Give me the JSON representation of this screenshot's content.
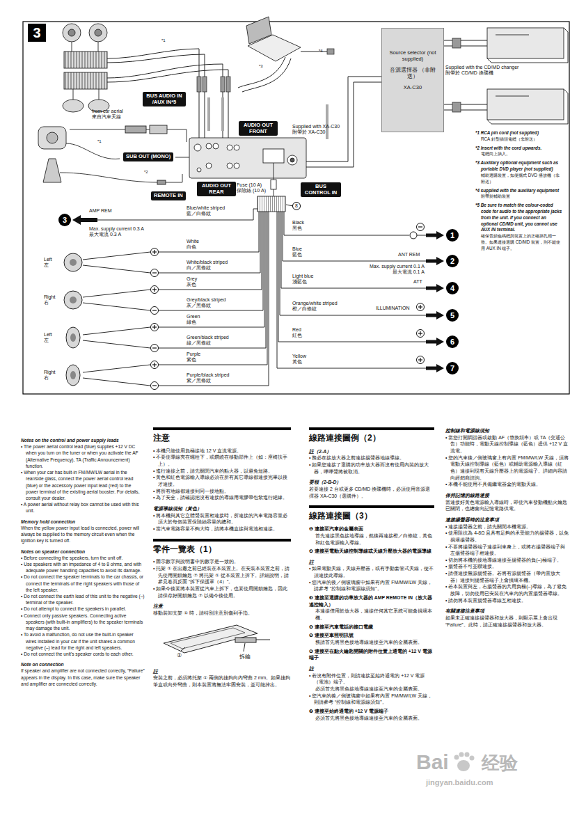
{
  "diagram": {
    "nodes": [
      {
        "text": [
          "3"
        ]
      },
      {
        "text": [
          "Source selector (not supplied)",
          "音源選擇器 （非附送）",
          "XA-C30"
        ]
      },
      {
        "text": [
          "BUS AUDIO IN /AUX IN*5"
        ]
      },
      {
        "text": [
          "AUDIO OUT FRONT"
        ]
      },
      {
        "text": [
          "SUB OUT (MONO)"
        ]
      },
      {
        "text": [
          "AUDIO OUT REAR"
        ]
      },
      {
        "text": [
          "REMOTE IN"
        ]
      },
      {
        "text": [
          "BUS CONTROL IN"
        ]
      },
      {
        "text": [
          "8"
        ]
      },
      {
        "text": [
          "3"
        ]
      },
      {
        "text": [
          "1"
        ]
      },
      {
        "text": [
          "2"
        ]
      },
      {
        "text": [
          "4"
        ]
      },
      {
        "text": [
          "5"
        ]
      },
      {
        "text": [
          "6"
        ]
      },
      {
        "text": [
          "7"
        ]
      }
    ],
    "labels": [
      "*1",
      "*4",
      "*3",
      "from car aerial 來自汽車天線",
      "*1",
      "*2",
      "Supplied with XA-C30 附帶於 XA-C30",
      "Fuse (10 A) 保險絲 (10 A)",
      "AMP REM",
      "Max. supply current 0.3 A 最大電流 0.3 A",
      "Blue/white striped 藍／白條紋",
      "Supplied with the CD/MD changer 附帶於 CD/MD 換碟機",
      "*1 RCA pin cord (not supplied)",
      "RCA 針型插頭電纜（非附送）",
      "*2 Insert with the cord upwards.",
      "電纜向上插入。",
      "*3 Auxiliary optional equipment such as portable DVD player (not supplied)",
      "輔助選購裝置，如便攜式 DVD 播放機（非附送）",
      "*4 supplied with the auxiliary equipment",
      "附帶於輔助裝置",
      "*5 Be sure to match the colour-coded code for audio to the appropriate jacks from the unit. If you connect an optional CD/MD unit, you cannot use AUX IN terminal.",
      "確保音頻色碼纜與裝置上的正確插孔相一致。如果連接選購 CD/MD 裝置，則不能使用 AUX IN 端子。",
      "Black 黑色",
      "Blue 藍色",
      "ANT REM",
      "Max. supply current 0.1 A 最大電流 0.1 A",
      "Light blue 淺藍色",
      "ATT",
      "Orange/white striped 橙／白條紋",
      "ILLUMINATION",
      "Red 紅色",
      "Yellow 黃色",
      "White 白色",
      "White/black striped 白／黑條紋",
      "Grey 灰色",
      "Grey/black striped 灰／黑條紋",
      "Green 綠色",
      "Green/black striped 綠／黑條紋",
      "Purple 紫色",
      "Purple/black striped 紫／黑條紋",
      "Left 左",
      "Right 右",
      "Left 左",
      "Right 右",
      "Notes on the control and power supply leads",
      "• The power aerial control lead (blue) supplies +12 V DC when you turn on the tuner or when you activate the AF (Alternative Frequency), TA (Traffic Announcement) function.",
      "• When your car has built-in FM/MW/LW aerial in the rear/side glass, connect the power aerial control lead (blue) or the accessory power input lead (red) to the power terminal of the existing aerial booster. For details, consult your dealer.",
      "• A power aerial without relay box cannot be used with this unit.",
      "Memory hold connection",
      "When the yellow power input lead is connected, power will always be supplied to the memory circuit even when the ignition key is turned off.",
      "Notes on speaker connection",
      "• Before connecting the speakers, turn the unit off.",
      "• Use speakers with an impedance of 4 to 8 ohms, and with adequate power handling capacities to avoid its damage.",
      "• Do not connect the speaker terminals to the car chassis, or connect the terminals of the right speakers with those of the left speaker.",
      "• Do not connect the earth lead of this unit to the negative (–) terminal of the speaker.",
      "• Do not attempt to connect the speakers in parallel.",
      "• Connect only passive speakers. Connecting active speakers (with built-in amplifiers) to the speaker terminals may damage the unit.",
      "• To avoid a malfunction, do not use the built-in speaker wires installed in your car if the unit shares a common negative (–) lead for the right and left speakers.",
      "• Do not connect the unit's speaker cords to each other.",
      "Note on connection",
      "If speaker and amplifier are not connected correctly, “Failure” appears in the display. In this case, make sure the speaker and amplifier are connected correctly.",
      "注意",
      "• 本機只能使用負極接地 12 V 直流電源。",
      "• 不要使導線夾在螺栓下，或鑽繞在移動部件上（如：座椅扶手上）。",
      "• 進行連接之前，請先關閉汽車的點火器，以避免短路。",
      "• 黃色和紅色電源輸入導線必須在所有其它導線都連接完畢以後才連接。",
      "• 將所有地線都連接到同一接地點。",
      "• 為了安全，請確認把沒有連接的導線用電膠帶包紮進行絕緣。",
      "電源導線須知（黃色）",
      "• 將本機與其它立體聲裝置相連接時，所連接的汽車電路容量必須大於每個裝置保險絲容量的總和。",
      "• 當汽車電路容量不夠大時，請將本機直接與電池相連接。",
      "零件一覽表（1）",
      "• 圖示數字與說明書中的數字是一致的。",
      "• 托架 ① 在出廠之前已經裝在本裝置上。在安裝本裝置之前，請先使用開鎖鑰匙 ⑦ 將托架 ① 從本裝置上拆下。詳細說明，請參見卷頁反面 “拆下保護罩（4）”。",
      "• 如果今後要將本裝置從汽車上拆下，也要使用開鎖鑰匙，因此請保存好開鎖鑰匙 ⑦ 以備今後使用。",
      "注意",
      "移動裝卸支架 ① 時，請特別注意別傷到手指。",
      "①",
      "拆鑰",
      "註",
      "安裝之前，必須將托架 ① 兩側的挂鉤向內彎曲 2 mm。如果挂鉤筆直或向外彎曲，則本裝置將無法牢固安裝，並可能掉出。",
      "線路連接圖例（2）",
      "註（2-A）",
      "• 務必在接放大器之前連接揚聲器地線導線。",
      "• 如果您連接了選購的功率放大器而沒有使用內裝的放大器，嗶嗶聲將被取消。",
      "要領（2-B-D）",
      "若要連接 2 台或更多 CD/MD 換碟機時，必須使用音源選擇器 XA-C30（選購件）。",
      "線路連接圖（3）",
      "❶ 連接至汽車的金屬表面",
      "首先連接黑色接地導線，然後再連接橙／白條紋，黃色和紅色電源輸入導線。",
      "❷ 連接至電動天線控制導線或天線升壓放大器的電源導線",
      "註",
      "• 如果電動天線，天線升壓器，或有手動套管式天線，便不須連接此導線。",
      "• 您汽車的後／側玻璃窗中如果有內置 FM/MW/LW 天線，請參考 “控制線和電源線須知”。",
      "❸ 連接至選購的功率放大器的 AMP REMOTE IN（放大器遙控輸入）",
      "本連接僅用於放大器，連接任何其它系統可能會損壞本機。",
      "❹ 連接至汽車電話的接口電纜",
      "❺ 連接至車照明訊號",
      "務請首先將黑色接地導線連接至汽車的金屬表面。",
      "❻ 連接至在點火鑰匙開關的附件位置上通電的 +12 V 電源端子",
      "註",
      "• 若沒有附件位置，則請連接至始終通電的 +12 V 電源（電池）端子。",
      "必須首先將黑色接地導線連接至汽車的金屬表面。",
      "• 您汽車的後／側玻璃窗中如果有內置 FM/MW/LW 天線，則請參考 “控制線和電源線須知”。",
      "❼ 連接至始終通電的 +12 V 電源端子",
      "必須首先將黑色接地導線連接至汽車的金屬表面。",
      "控制線和電源線須知",
      "• 當您打開調諧器或啟動 AF（替換頻率）或 TA（交通公告）功能時，電動天線控制導線（藍色）提供 +12 V 直流電。",
      "• 您的汽車後／側玻璃窗上有內置 FM/MW/LW 天線，須將電動天線控制導線（藍色）或輔助電源輸入導線（紅色）連接到現有天線升壓器上的電源端子。詳細內容請向經銷商諮詢。",
      "• 本機不能使用不具備繼電器盒的電動天線。",
      "保持記憶的線路連接",
      "當連接好黃色電源輸入導線時，即使汽車發動機點火鑰匙已關閉，也總會向記憶電路供電。",
      "連接揚聲器時的注意事項",
      "• 連接揚聲器之前，請先關閉本機電源。",
      "• 使用阻抗為 4-8Ω 且具有足夠的承受能力的揚聲器，以免損壞揚聲器。",
      "• 不要將揚聲器端子連接到車身上，或將右揚聲器端子與左揚聲器端子相連接。",
      "• 切勿將本機的接地導線連接至揚聲器的負(–)極端子。",
      "• 揚聲器不可並聯連接。",
      "• 請僅連接無源揚聲器。若將有源揚聲器（帶內置放大器）連接到揚聲器端子上會損壞本機。",
      "• 若本裝置與左，右揚聲器的共用負極(–)導線，為了避免故障，切勿使用已安裝在汽車內的內置揚聲器導線。",
      "• 請勿將本裝置揚聲器導線互相連接。",
      "有關連接注意事項",
      "如果未正確連接揚聲器和放大器，則顯示幕上會出現 “Failure”。此時，請正確連接揚聲器和放大器。",
      "Bai",
      "经验",
      "jingyan.baidu.com"
    ]
  }
}
